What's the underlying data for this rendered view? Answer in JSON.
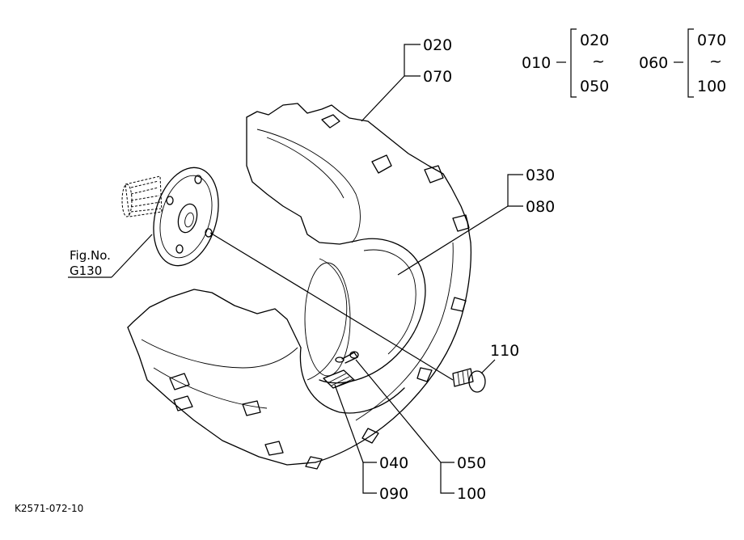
{
  "labels": {
    "p020a": "020",
    "p070a": "070",
    "p030": "030",
    "p080": "080",
    "p110": "110",
    "p040": "040",
    "p090": "090",
    "p050": "050",
    "p100": "100",
    "fig_ref_line1": "Fig.No.",
    "fig_ref_line2": "G130",
    "drawing_code": "K2571-072-10"
  },
  "legend": {
    "group1": {
      "key": "010",
      "from": "020",
      "tilde": "~",
      "to": "050"
    },
    "group2": {
      "key": "060",
      "from": "070",
      "tilde": "~",
      "to": "100"
    }
  },
  "icons": {
    "wheel": "tire-wheel-icon",
    "hub": "wheel-hub-icon",
    "bolt": "bolt-icon",
    "valve": "valve-icon"
  }
}
